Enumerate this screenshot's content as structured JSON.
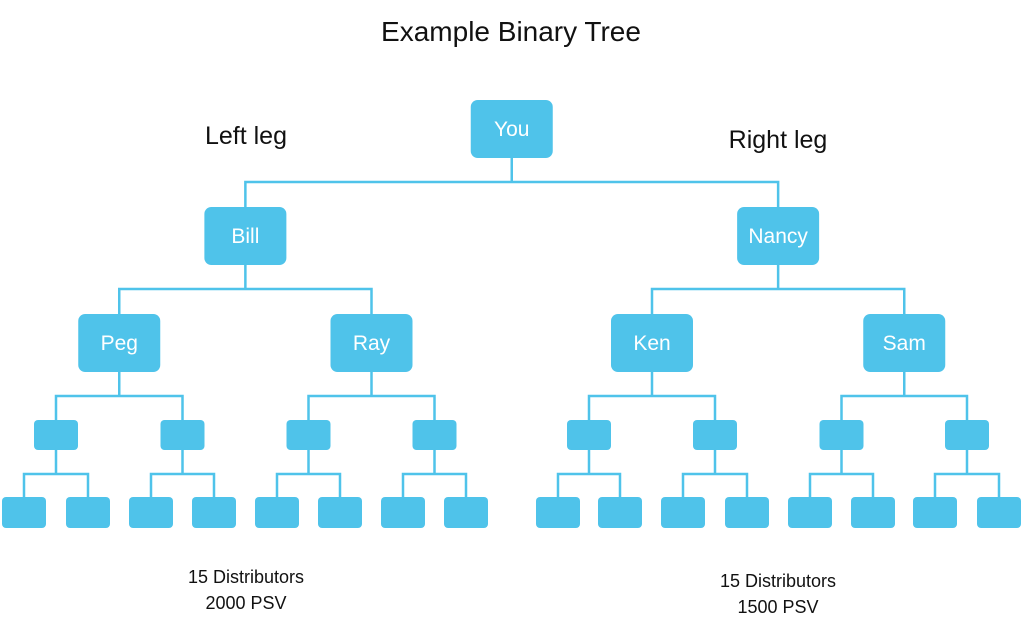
{
  "title": "Example Binary Tree",
  "colors": {
    "node": "#4fc3ea",
    "text": "#111111",
    "node_text": "#ffffff"
  },
  "tree": {
    "root": "You",
    "left_leg": {
      "label": "Left leg",
      "child": "Bill",
      "grandchildren": [
        "Peg",
        "Ray"
      ],
      "summary": [
        "15 Distributors",
        "2000 PSV"
      ]
    },
    "right_leg": {
      "label": "Right leg",
      "child": "Nancy",
      "grandchildren": [
        "Ken",
        "Sam"
      ],
      "summary": [
        "15 Distributors",
        "1500 PSV"
      ]
    }
  }
}
